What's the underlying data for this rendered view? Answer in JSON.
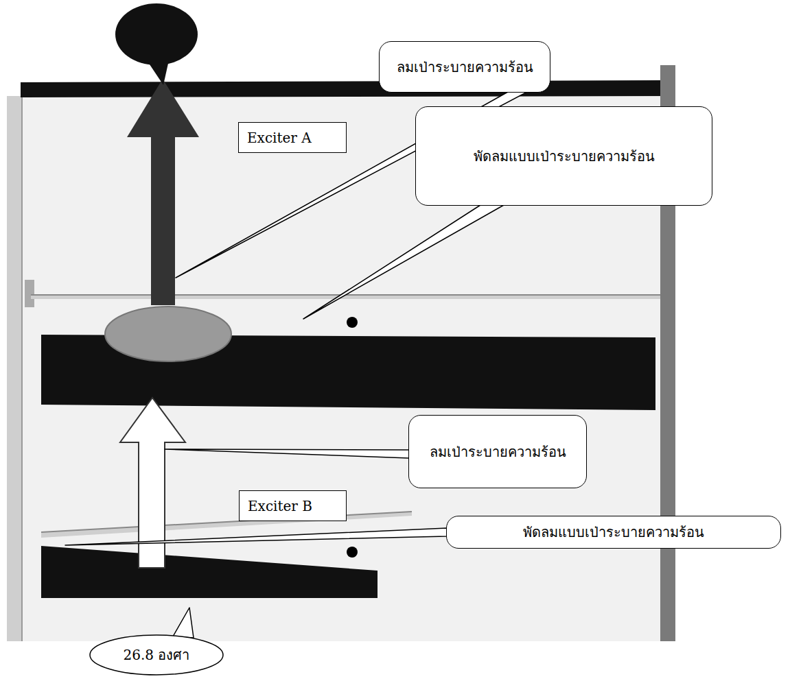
{
  "diagram": {
    "nodes": [
      {
        "text": [
          "ลมเป่าระบายความร้อน"
        ]
      },
      {
        "text": [
          "Exciter A"
        ]
      },
      {
        "text": [
          "พัดลมแบบเป่าระบายความร้อน"
        ]
      },
      {
        "text": [
          "ลมเป่าระบายความร้อน"
        ]
      },
      {
        "text": [
          "Exciter B"
        ]
      },
      {
        "text": [
          "พัดลมแบบเป่าระบายความร้อน"
        ]
      },
      {
        "text": [
          "26.8 องศา"
        ]
      }
    ]
  }
}
